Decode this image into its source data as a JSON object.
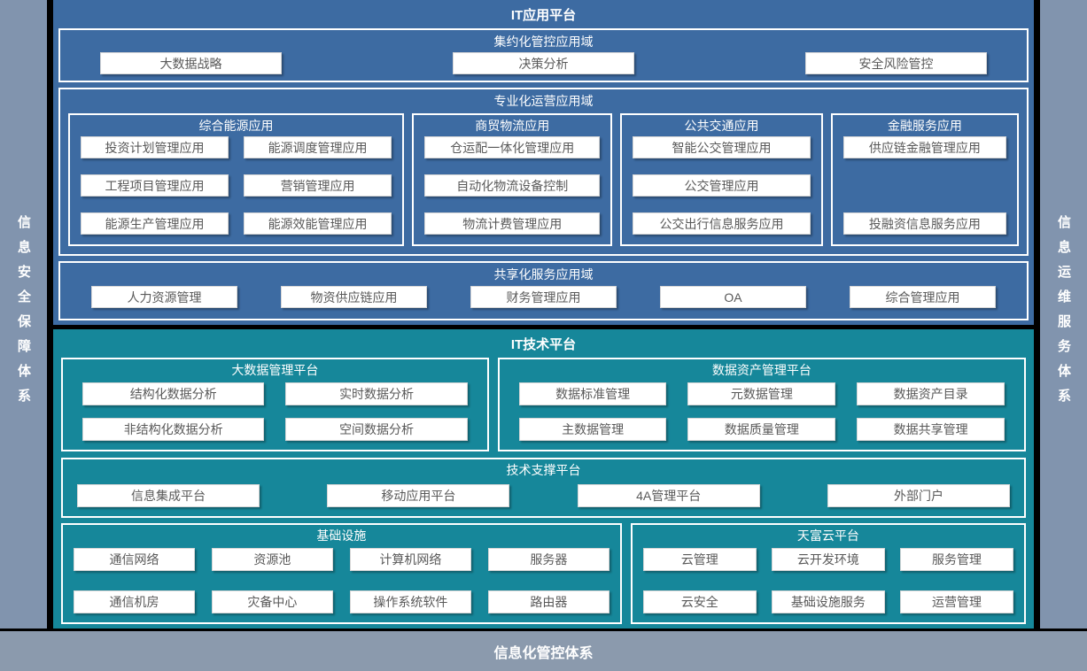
{
  "frame": {
    "left_sidebar": "信息安全保障体系",
    "right_sidebar": "信息运维服务体系",
    "bottom_bar": "信息化管控体系"
  },
  "colors": {
    "app_platform_blue": "#3d6ba2",
    "tech_platform_teal": "#16879a",
    "pillar_gray": "#8194ae",
    "bottom_bar_gray": "#8b9aad",
    "item_text_gray": "#595959",
    "background_black": "#000000"
  },
  "app": {
    "title": "IT应用平台",
    "centralized": {
      "title": "集约化管控应用域",
      "items": [
        "大数据战略",
        "决策分析",
        "安全风险管控"
      ]
    },
    "specialized": {
      "title": "专业化运营应用域",
      "groups": [
        {
          "title": "综合能源应用",
          "items": [
            "投资计划管理应用",
            "能源调度管理应用",
            "工程项目管理应用",
            "营销管理应用",
            "能源生产管理应用",
            "能源效能管理应用"
          ]
        },
        {
          "title": "商贸物流应用",
          "items": [
            "仓运配一体化管理应用",
            "自动化物流设备控制",
            "物流计费管理应用"
          ]
        },
        {
          "title": "公共交通应用",
          "items": [
            "智能公交管理应用",
            "公交管理应用",
            "公交出行信息服务应用"
          ]
        },
        {
          "title": "金融服务应用",
          "items": [
            "供应链金融管理应用",
            "投融资信息服务应用"
          ]
        }
      ]
    },
    "shared": {
      "title": "共享化服务应用域",
      "items": [
        "人力资源管理",
        "物资供应链应用",
        "财务管理应用",
        "OA",
        "综合管理应用"
      ]
    }
  },
  "tech": {
    "title": "IT技术平台",
    "bigdata": {
      "title": "大数据管理平台",
      "items": [
        "结构化数据分析",
        "实时数据分析",
        "非结构化数据分析",
        "空间数据分析"
      ]
    },
    "data_asset": {
      "title": "数据资产管理平台",
      "items": [
        "数据标准管理",
        "元数据管理",
        "数据资产目录",
        "主数据管理",
        "数据质量管理",
        "数据共享管理"
      ]
    },
    "support": {
      "title": "技术支撑平台",
      "items": [
        "信息集成平台",
        "移动应用平台",
        "4A管理平台",
        "外部门户"
      ]
    },
    "infra": {
      "title": "基础设施",
      "items": [
        "通信网络",
        "资源池",
        "计算机网络",
        "服务器",
        "通信机房",
        "灾备中心",
        "操作系统软件",
        "路由器"
      ]
    },
    "cloud": {
      "title": "天富云平台",
      "items": [
        "云管理",
        "云开发环境",
        "服务管理",
        "云安全",
        "基础设施服务",
        "运营管理"
      ]
    }
  }
}
